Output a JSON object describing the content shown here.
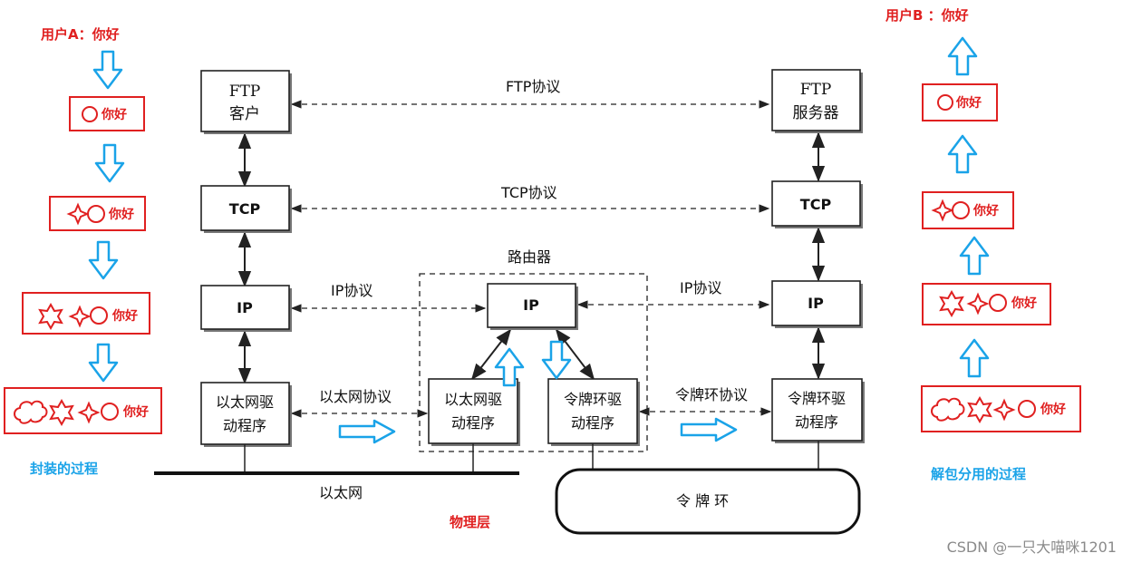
{
  "left": {
    "title": "用户A：你好",
    "caption": "封装的过程",
    "hello": "你好"
  },
  "right": {
    "title": "用户B ：你好",
    "caption": "解包分用的过程",
    "hello": "你好"
  },
  "host_a": {
    "ftp": [
      "FTP",
      "客户"
    ],
    "tcp": "TCP",
    "ip": "IP",
    "driver": [
      "以太网驱",
      "动程序"
    ]
  },
  "host_b": {
    "ftp": [
      "FTP",
      "服务器"
    ],
    "tcp": "TCP",
    "ip": "IP",
    "driver": [
      "令牌环驱",
      "动程序"
    ]
  },
  "router": {
    "label": "路由器",
    "ip": "IP",
    "eth_driver": [
      "以太网驱",
      "动程序"
    ],
    "token_driver": [
      "令牌环驱",
      "动程序"
    ]
  },
  "protocols": {
    "ftp": "FTP协议",
    "tcp": "TCP协议",
    "ip_left": "IP协议",
    "ip_right": "IP协议",
    "ethernet": "以太网协议",
    "token": "令牌环协议"
  },
  "networks": {
    "ethernet": "以太网",
    "token_ring": "令 牌 环",
    "physical": "物理层"
  },
  "watermark": "CSDN @一只大喵咪1201",
  "colors": {
    "red": "#e02020",
    "blue": "#1aa3e8"
  },
  "icons": [
    "circle-icon",
    "cross-star-icon",
    "star-icon",
    "cloud-icon",
    "hollow-arrow-icon"
  ]
}
